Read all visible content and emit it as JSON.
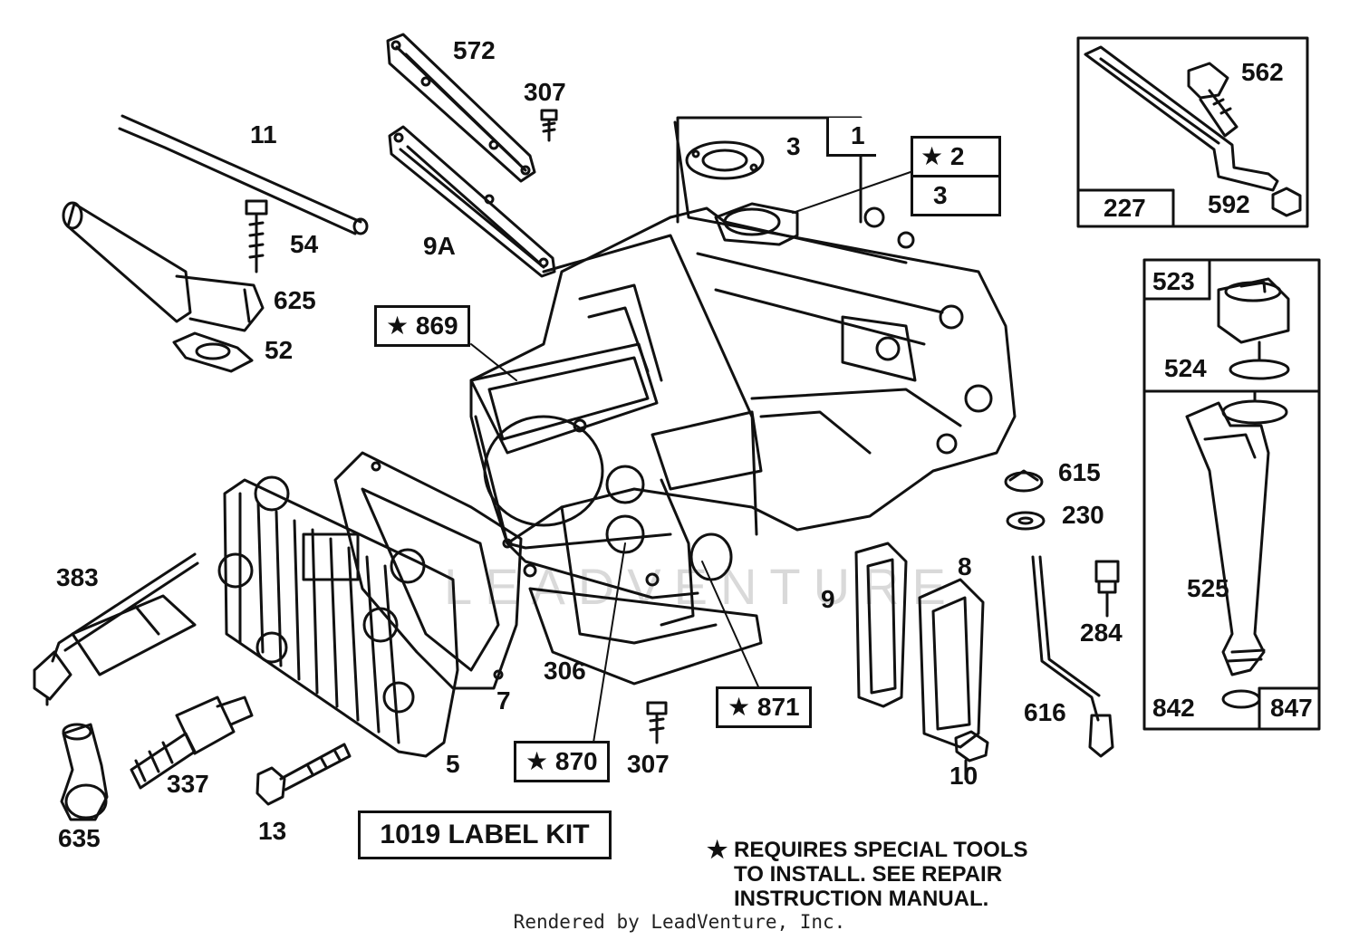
{
  "watermark": "LEADVENTURE",
  "labels": {
    "n572": "572",
    "n307_top": "307",
    "n11": "11",
    "n54": "54",
    "n625": "625",
    "n52": "52",
    "n9a": "9A",
    "n3": "3",
    "n562": "562",
    "n592": "592",
    "n524": "524",
    "n525": "525",
    "n842": "842",
    "n615": "615",
    "n230": "230",
    "n284": "284",
    "n8": "8",
    "n9": "9",
    "n616": "616",
    "n10": "10",
    "n383": "383",
    "n7": "7",
    "n306": "306",
    "n5": "5",
    "n307_bot": "307",
    "n337": "337",
    "n13": "13",
    "n635": "635"
  },
  "boxed": {
    "b1": "1",
    "b2": "★ 2",
    "b3": "3",
    "b869": "★ 869",
    "b871": "★ 871",
    "b870": "★ 870",
    "b227": "227",
    "b523": "523",
    "b847": "847"
  },
  "label_kit": "1019 LABEL KIT",
  "note": {
    "star": "★",
    "line1": "REQUIRES SPECIAL TOOLS",
    "line2": "TO INSTALL.  SEE REPAIR",
    "line3": "INSTRUCTION MANUAL."
  },
  "footer": "Rendered by LeadVenture, Inc."
}
